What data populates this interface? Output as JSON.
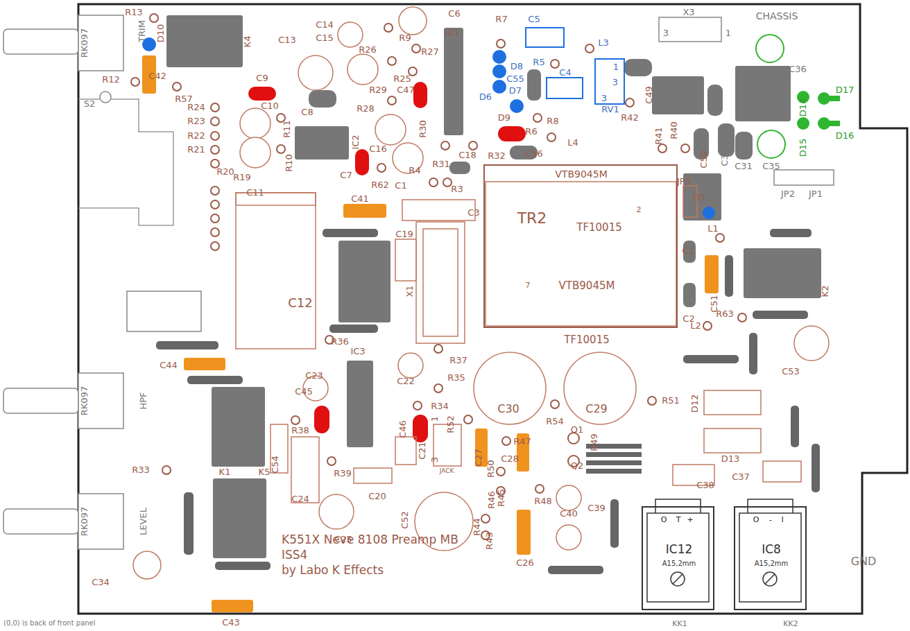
{
  "diagram": {
    "nodes": [
      {
        "text": [
          "VTB9045M",
          "TR2",
          "TF10015",
          "2",
          "7",
          "VTB9045M",
          "TF10015"
        ]
      },
      {
        "text": [
          "IC12",
          "A15,2mm"
        ]
      },
      {
        "text": [
          "IC8",
          "A15,2mm"
        ]
      }
    ],
    "labels": [
      "R13",
      "TRIM",
      "D10",
      "RK097",
      "K4",
      "R12",
      "C42",
      "R57",
      "S2",
      "C13",
      "C14",
      "C15",
      "C6",
      "R9",
      "R26",
      "R27",
      "IC1",
      "R7",
      "C5",
      "L3",
      "X3",
      "3",
      "1",
      "CHASSIS",
      "C36",
      "D8",
      "C55",
      "R5",
      "C4",
      "1",
      "3",
      "3",
      "RV1",
      "D7",
      "D6",
      "C49",
      "C33",
      "D14",
      "D17",
      "D16",
      "D15",
      "C9",
      "C8",
      "C10",
      "R25",
      "R29",
      "C47",
      "R24",
      "R23",
      "R22",
      "R21",
      "R20",
      "R19",
      "C11",
      "R11",
      "R10",
      "R28",
      "IC2",
      "C16",
      "R30",
      "D9",
      "R6",
      "R8",
      "L4",
      "R32",
      "C56",
      "R42",
      "R41",
      "R40",
      "C50",
      "C32",
      "C31",
      "C35",
      "JP2",
      "JP1",
      "C7",
      "R62",
      "C1",
      "R31",
      "C18",
      "R4",
      "R3",
      "JP3",
      "D3",
      "L1",
      "C1",
      "C51",
      "K2",
      "C2",
      "R63",
      "L2",
      "C53",
      "C41",
      "C3",
      "C19",
      "C12",
      "X1",
      "R36",
      "IC3",
      "R37",
      "C23",
      "C22",
      "R35",
      "C30",
      "C29",
      "R51",
      "C44",
      "RK097",
      "HPF",
      "C45",
      "R38",
      "R34",
      "C46",
      "R52",
      "1",
      "3",
      "R54",
      "Q1",
      "R49",
      "D12",
      "D13",
      "K1",
      "K5",
      "C54",
      "C21",
      "C27",
      "R47",
      "R50",
      "C28",
      "Q2",
      "C38",
      "C37",
      "JACK",
      "R33",
      "C20",
      "C24",
      "R39",
      "R46",
      "R45",
      "R48",
      "C40",
      "C39",
      "C52",
      "R44",
      "R43",
      "C26",
      "RK097",
      "LEVEL",
      "C25",
      "K551X Neve 8108 Preamp MB",
      "ISS4",
      "by Labo K Effects",
      "C34",
      "C43",
      "GND",
      "KK1",
      "KK2",
      "(0,0) is back of front panel",
      "O",
      "T",
      "+",
      "O",
      "-",
      "I"
    ]
  }
}
